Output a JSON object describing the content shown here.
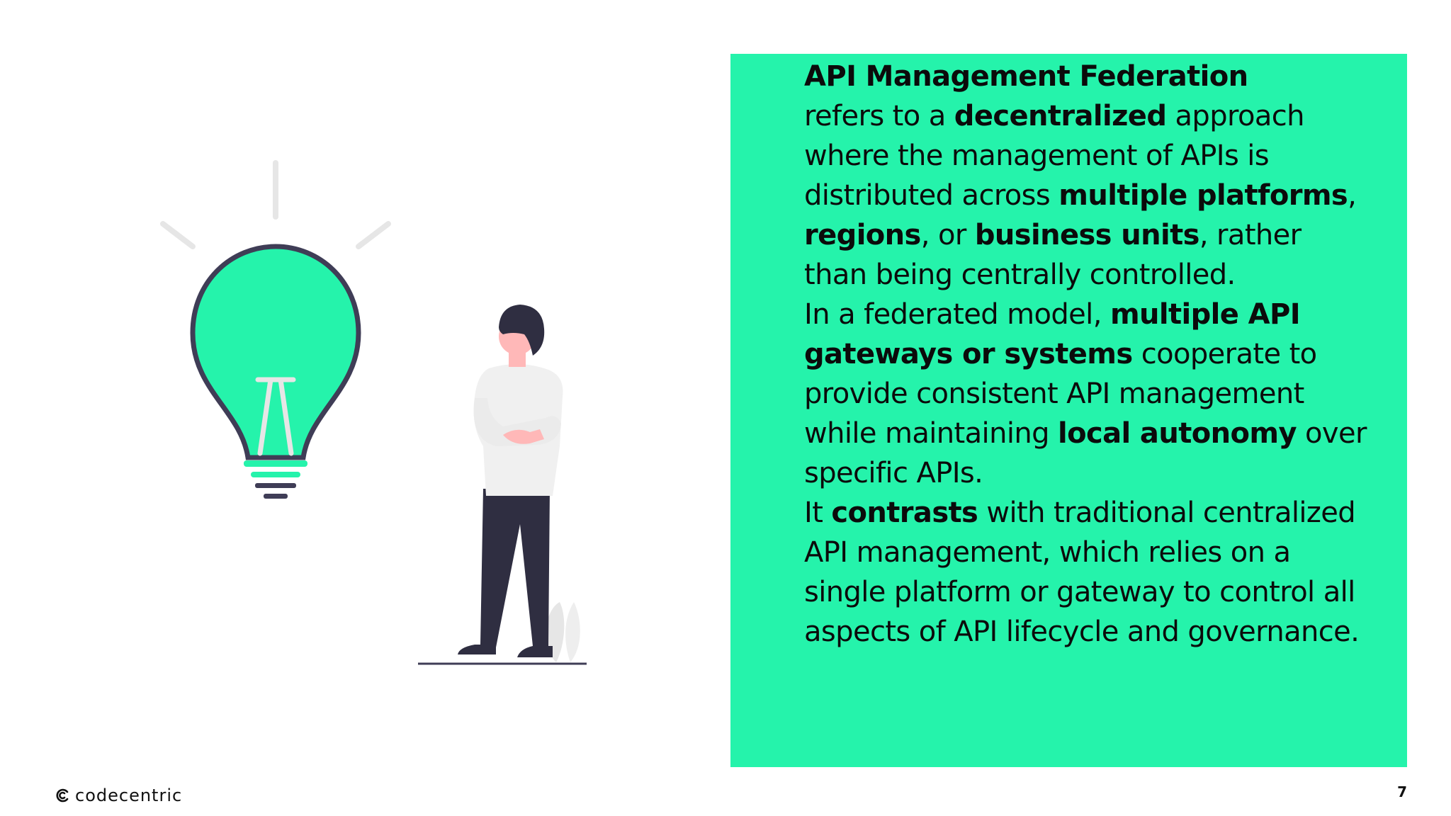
{
  "slide": {
    "paragraph1": {
      "term": "API Management Federation",
      "t1": "refers to a",
      "b1": "decentralized",
      "t2": "approach where the management of APIs is distributed across",
      "b2": "multiple platforms",
      "t3": ", ",
      "b3": "regions",
      "t4": ", or",
      "b4": "business units",
      "t5": ", rather than being centrally controlled."
    },
    "paragraph2": {
      "t1": "In a federated model,",
      "b1": "multiple API gateways or systems",
      "t2": "cooperate to provide consistent API management while maintaining",
      "b2": "local autonomy",
      "t3": "over specific APIs."
    },
    "paragraph3": {
      "t1": "It",
      "b1": "contrasts",
      "t2": "with traditional centralized API management, which relies on a single platform or gateway to control all aspects of API lifecycle and governance."
    }
  },
  "footer": {
    "brand": "codecentric",
    "brand_icon": "codecentric-logo-icon",
    "page_number": "7"
  },
  "colors": {
    "accent": "#25f3ab",
    "text": "#0b0b0b",
    "illustration_dark": "#2f2e41",
    "skin": "#ffb8b8",
    "shirt": "#f0f0f0"
  },
  "illustration": {
    "icons": [
      "lightbulb-icon",
      "person-figure"
    ]
  }
}
